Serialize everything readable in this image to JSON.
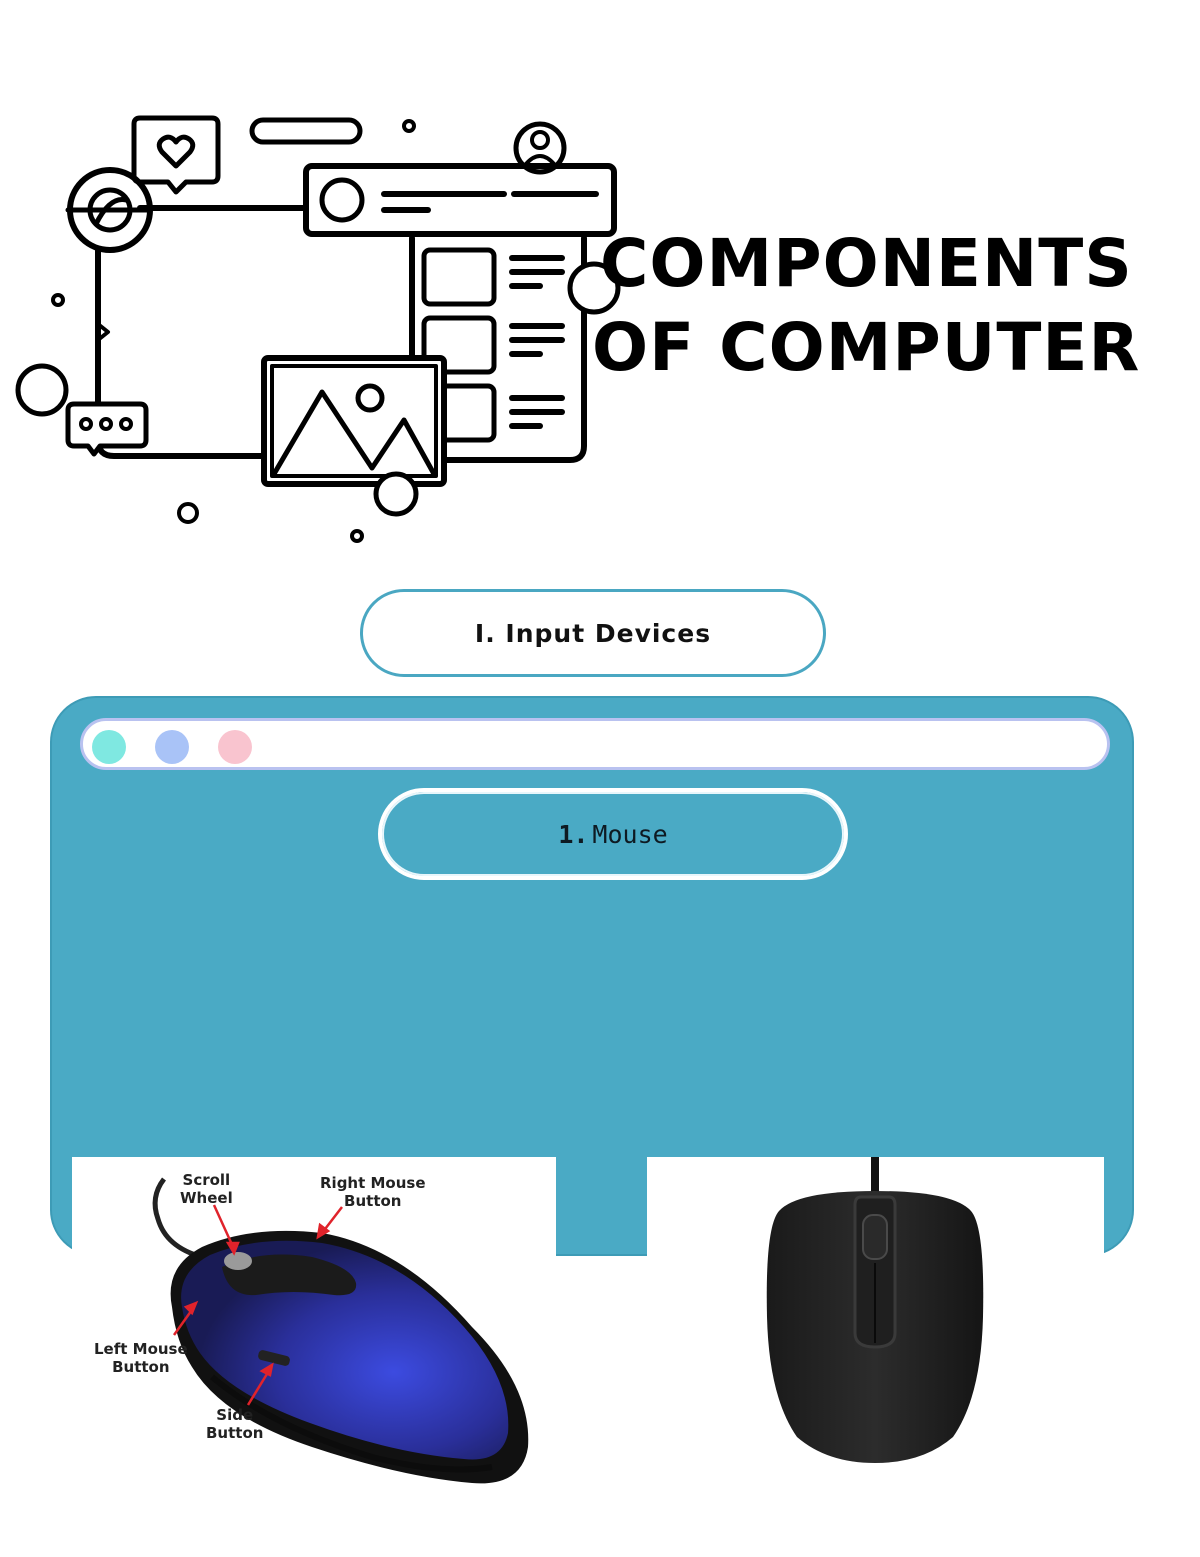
{
  "document": {
    "title_line_1": "COMPONENTS",
    "title_line_2": "OF COMPUTER"
  },
  "section": {
    "label": "I. Input Devices"
  },
  "browser_panel": {
    "window_dots": [
      {
        "name": "dot-teal",
        "color": "#7fe8e1"
      },
      {
        "name": "dot-blue",
        "color": "#a9c3f7"
      },
      {
        "name": "dot-pink",
        "color": "#f9c4cf"
      }
    ],
    "item": {
      "number": "1.",
      "label": "Mouse"
    }
  },
  "mouse_diagram": {
    "labels": {
      "scroll_wheel": "Scroll\nWheel",
      "right_button": "Right Mouse\nButton",
      "left_button": "Left Mouse\nButton",
      "side_button": "Side\nButton"
    }
  },
  "colors": {
    "accent": "#4aaac5",
    "pill_border": "#4aa7c2",
    "mouse_blue": "#2e2f9e",
    "arrow_red": "#e0232b"
  }
}
